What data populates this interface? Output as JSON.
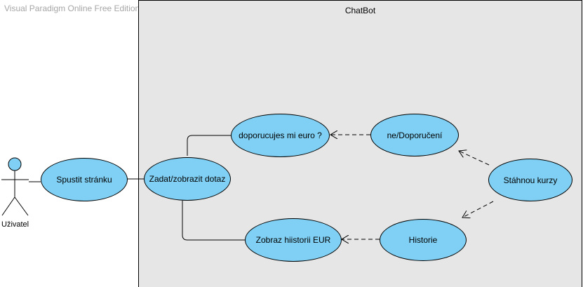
{
  "watermark": "Visual Paradigm Online Free Edition",
  "system": {
    "title": "ChatBot"
  },
  "actor": {
    "name": "Uživatel"
  },
  "use_cases": {
    "spustit": "Spustit stránku",
    "zadat": "Zadat/zobrazit dotaz",
    "doporucujes": "doporucujes mi euro ?",
    "doporuceni": "ne/Doporučení",
    "stahnou": "Stáhnou kurzy",
    "historie": "Historie",
    "zobraz": "Zobraz hiistorii EUR"
  },
  "colors": {
    "use_case_fill": "#7fd0f4",
    "boundary_fill": "#e6e6e6"
  }
}
